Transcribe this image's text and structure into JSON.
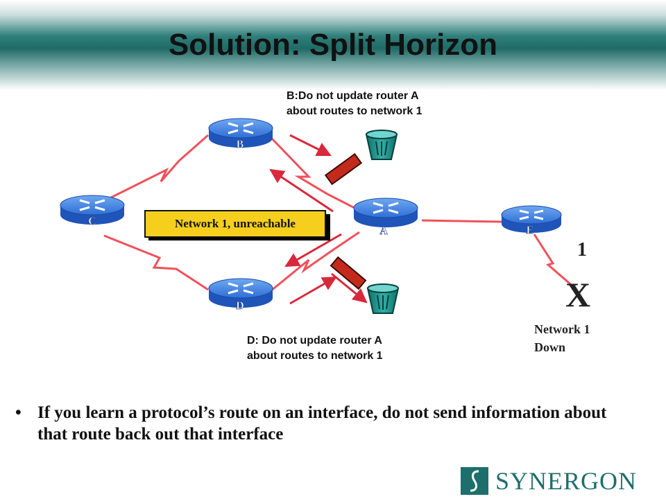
{
  "slide": {
    "title": "Solution: Split Horizon"
  },
  "routers": {
    "a": "A",
    "b": "B",
    "c": "C",
    "d": "D",
    "e": "E"
  },
  "notes": {
    "b_line1": "B:Do not update router A",
    "b_line2": "about routes to network 1",
    "d_line1": "D: Do not update router A",
    "d_line2": "about routes to network 1"
  },
  "callout": {
    "label": "Network 1, unreachable"
  },
  "network": {
    "metric": "1",
    "failure_mark": "X",
    "down_line1": "Network 1",
    "down_line2": "Down"
  },
  "bullet": {
    "glyph": "•",
    "text": "If you learn a protocol’s route on an interface, do not send information about that route back out that interface"
  },
  "logo": {
    "name": "SYNERGON"
  },
  "colors": {
    "link": "#f0505a",
    "arrow": "#d8283c",
    "router_blue": "#2f6fd6",
    "filter_teal": "#1f8f8a",
    "block_red": "#c42a1c",
    "callout_yellow": "#f6cf1e",
    "brand_teal": "#1e6f6c"
  }
}
